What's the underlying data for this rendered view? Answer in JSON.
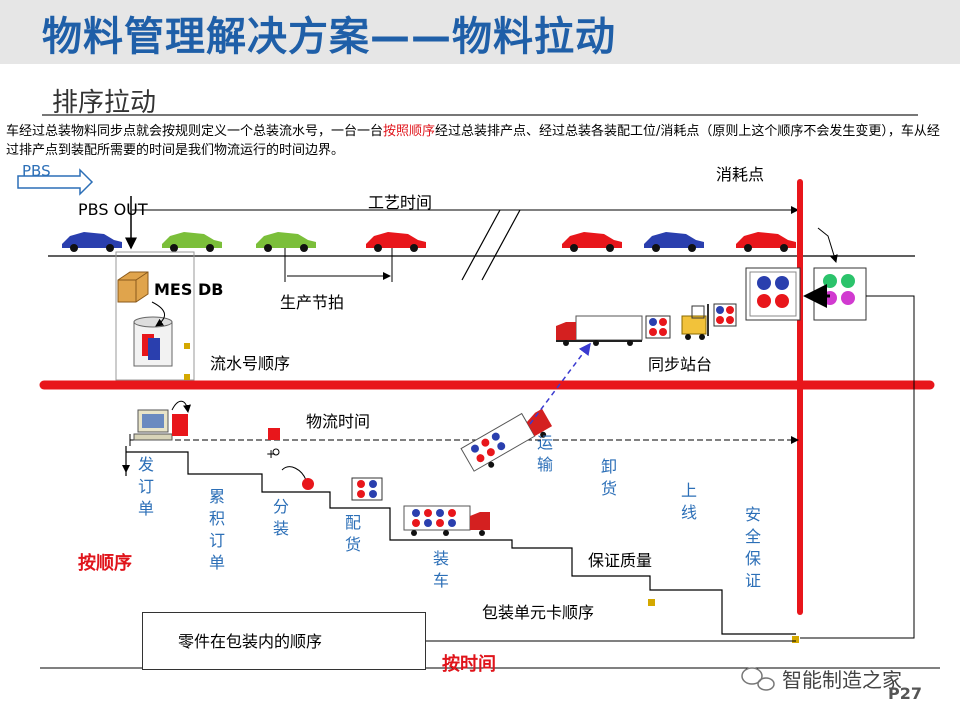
{
  "header": {
    "title": "物料管理解决方案——物料拉动"
  },
  "section": {
    "subtitle": "排序拉动"
  },
  "description": {
    "part1": "车经过总装物料同步点就会按规则定义一个总装流水号，一台一台",
    "highlight": "按照顺序",
    "part2": "经过总装排产点、经过总装各装配工位/消耗点（原则上这个顺序不会发生变更），车从经过排产点到装配所需要的时间是我们物流运行的时间边界。"
  },
  "labels": {
    "pbs": "PBS",
    "pbs_out": "PBS OUT",
    "process_time": "工艺时间",
    "consumption_point": "消耗点",
    "mes_db": "MES DB",
    "production_takt": "生产节拍",
    "serial_sequence": "流水号顺序",
    "sync_station": "同步站台",
    "logistics_time": "物流时间",
    "assure_quality": "保证质量",
    "packaging_card_sequence": "包装单元卡顺序",
    "parts_in_package_sequence": "零件在包装内的顺序",
    "by_sequence": "按顺序",
    "by_time": "按时间",
    "watermark": "智能制造之家",
    "page": "P27"
  },
  "steps": [
    {
      "id": "send-order",
      "text": "发订单"
    },
    {
      "id": "accumulate-order",
      "text": "累积订单"
    },
    {
      "id": "split-pack",
      "text": "分装"
    },
    {
      "id": "kitting",
      "text": "配货"
    },
    {
      "id": "loading",
      "text": "装车"
    },
    {
      "id": "transport",
      "text": "运输"
    },
    {
      "id": "unloading",
      "text": "卸货"
    },
    {
      "id": "line-feeding",
      "text": "上线"
    },
    {
      "id": "safety-stock",
      "text": "安全保证"
    }
  ],
  "colors": {
    "title_blue": "#1f5fa8",
    "red_line": "#e8161b",
    "step_blue": "#2c6fb7",
    "car_blue": "#2a3fae",
    "car_green": "#7bbf3a",
    "car_red": "#e8161b",
    "marker_yellow": "#d4a800"
  }
}
